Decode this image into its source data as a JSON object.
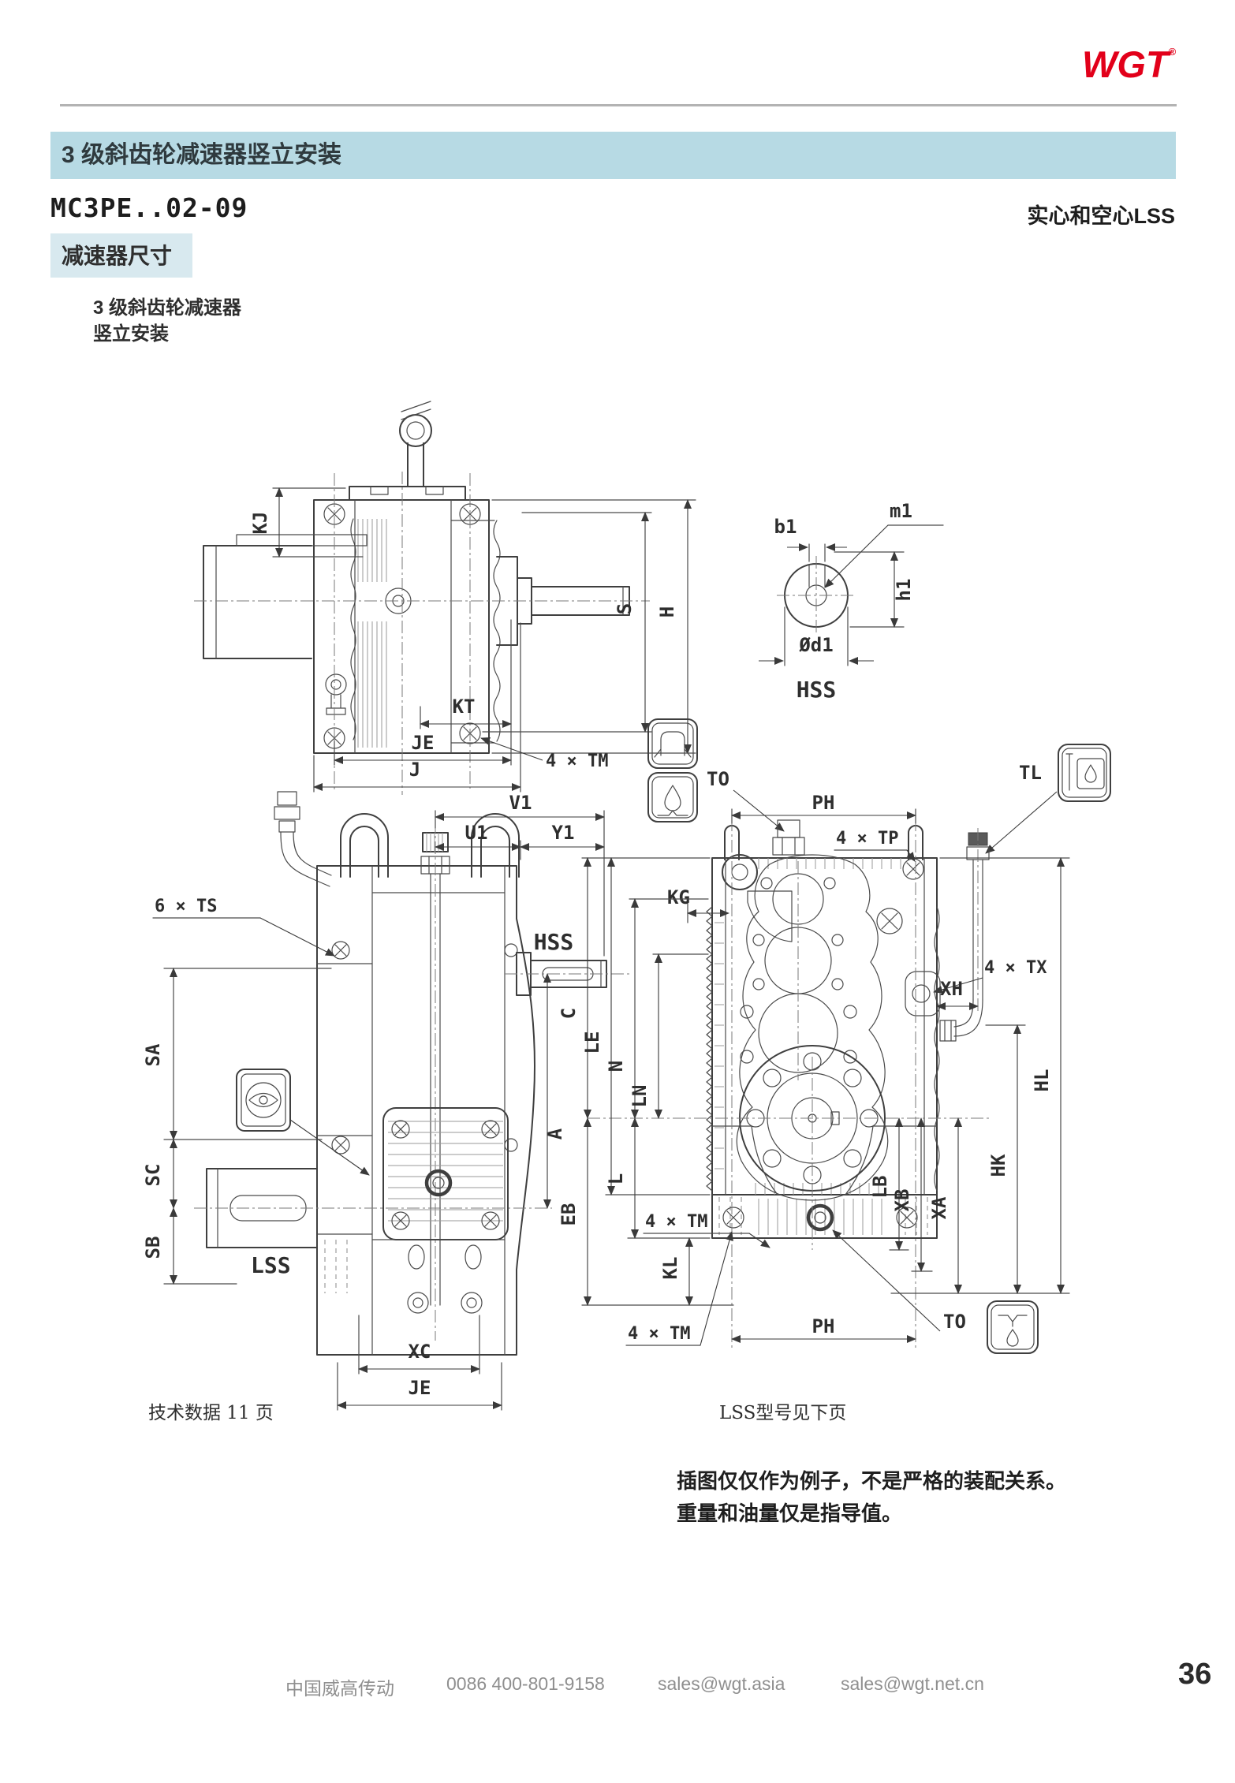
{
  "logo": {
    "text": "WGT",
    "reg": "®"
  },
  "header": {
    "section_title": "3 级斜齿轮减速器竖立安装",
    "model": "MC3PE..02-09",
    "right_note": "实心和空心LSS",
    "subsection": "减速器尺寸",
    "caption_line1": "3 级斜齿轮减速器",
    "caption_line2": "竖立安装"
  },
  "colors": {
    "accent_bar": "#b7dae4",
    "highlight": "#d8e9ef",
    "logo_red": "#e2001a"
  },
  "drawing1": {
    "labels": {
      "kj": "KJ",
      "s": "S",
      "h": "H",
      "kt": "KT",
      "je": "JE",
      "j": "J",
      "tm": "4 × TM"
    }
  },
  "hss_detail": {
    "labels": {
      "b1": "b1",
      "m1": "m1",
      "h1": "h1",
      "d1": "Ød1",
      "caption": "HSS"
    }
  },
  "drawing2": {
    "labels": {
      "v1": "V1",
      "u1": "U1",
      "y1": "Y1",
      "ts": "6 × TS",
      "hss": "HSS",
      "sa": "SA",
      "sc": "SC",
      "sb": "SB",
      "lss": "LSS",
      "a": "A",
      "xc": "XC",
      "je": "JE"
    }
  },
  "drawing3": {
    "labels": {
      "to_top": "TO",
      "tl": "TL",
      "ph_top": "PH",
      "tp": "4 × TP",
      "tx": "4 × TX",
      "xh": "XH",
      "kg": "KG",
      "c": "C",
      "le": "LE",
      "n": "N",
      "ln": "LN",
      "l": "L",
      "eb": "EB",
      "kl": "KL",
      "tm_upper": "4 × TM",
      "tm_bottom": "4 × TM",
      "ph_bottom": "PH",
      "to_bottom": "TO",
      "hk": "HK",
      "hl": "HL",
      "xa": "XA",
      "lb": "LB",
      "xb": "XB"
    }
  },
  "captions": {
    "tech_data": "技术数据 11 页",
    "lss_next": "LSS型号见下页"
  },
  "notes": {
    "line1": "插图仅仅作为例子，不是严格的装配关系。",
    "line2": "重量和油量仅是指导值。"
  },
  "footer": {
    "company": "中国威高传动",
    "phone": "0086 400-801-9158",
    "email1": "sales@wgt.asia",
    "email2": "sales@wgt.net.cn",
    "page": "36"
  }
}
